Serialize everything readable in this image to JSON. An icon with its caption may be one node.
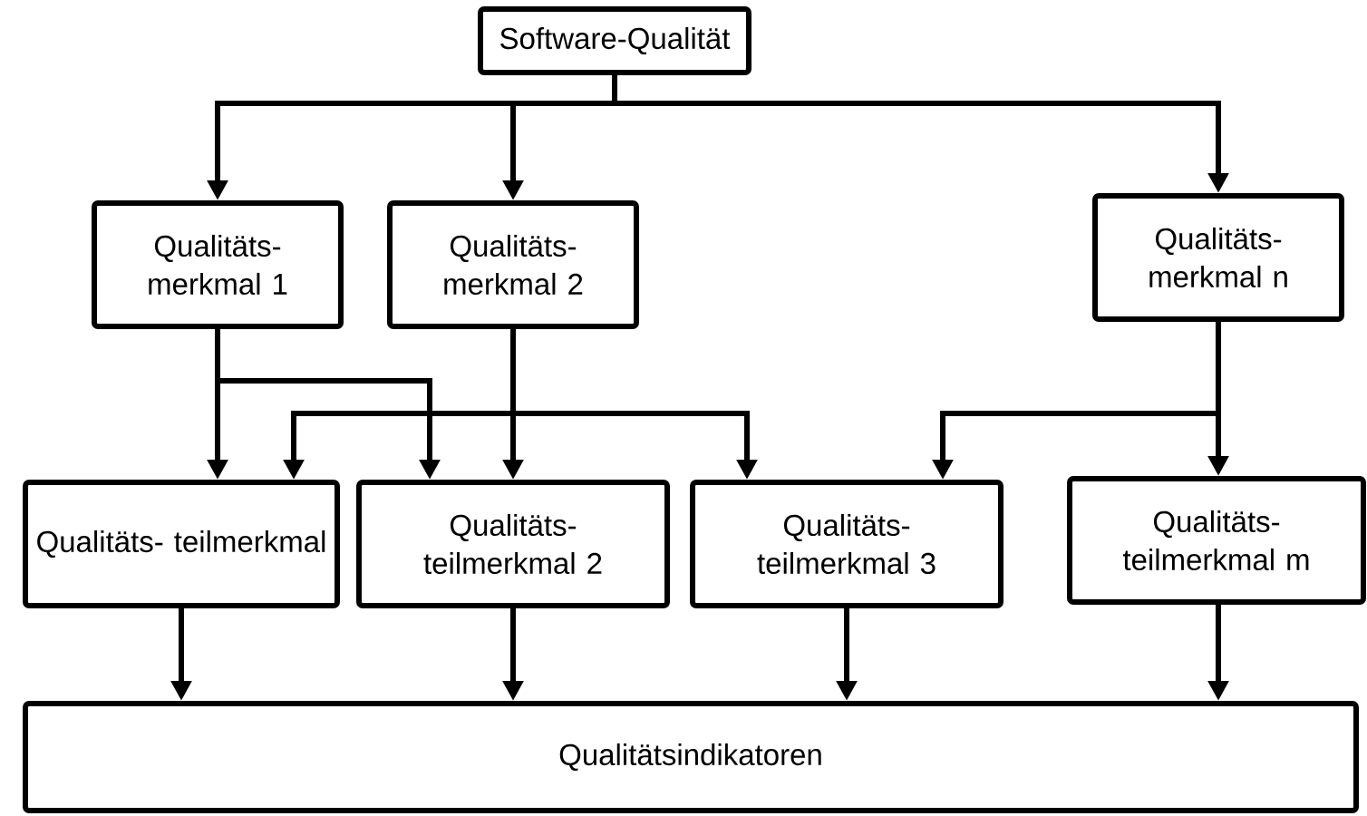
{
  "diagram": {
    "nodes": [
      {
        "text": [
          "Software-Qualität"
        ]
      },
      {
        "text": [
          "Qualitäts- merkmal 1"
        ]
      },
      {
        "text": [
          "Qualitäts- merkmal 2"
        ]
      },
      {
        "text": [
          "Qualitäts- merkmal n"
        ]
      },
      {
        "text": [
          "Qualitäts- teilmerkmal"
        ]
      },
      {
        "text": [
          "Qualitäts- teilmerkmal 2"
        ]
      },
      {
        "text": [
          "Qualitäts- teilmerkmal 3"
        ]
      },
      {
        "text": [
          "Qualitäts- teilmerkmal m"
        ]
      },
      {
        "text": [
          "Qualitätsindikatoren"
        ]
      }
    ],
    "edges": [
      {
        "from": 0,
        "to": 1,
        "arrow": "to"
      },
      {
        "from": 0,
        "to": 2,
        "arrow": "to"
      },
      {
        "from": 0,
        "to": 3,
        "arrow": "to"
      },
      {
        "from": 1,
        "to": 4,
        "arrow": "to"
      },
      {
        "from": 1,
        "to": 5,
        "arrow": "to"
      },
      {
        "from": 2,
        "to": 5,
        "arrow": "to"
      },
      {
        "from": 2,
        "to": 4,
        "arrow": "to"
      },
      {
        "from": 2,
        "to": 6,
        "arrow": "to"
      },
      {
        "from": 3,
        "to": 6,
        "arrow": "to"
      },
      {
        "from": 3,
        "to": 7,
        "arrow": "to"
      },
      {
        "from": 4,
        "to": 8,
        "arrow": "to"
      },
      {
        "from": 5,
        "to": 8,
        "arrow": "to"
      },
      {
        "from": 6,
        "to": 8,
        "arrow": "to"
      },
      {
        "from": 7,
        "to": 8,
        "arrow": "to"
      }
    ]
  }
}
